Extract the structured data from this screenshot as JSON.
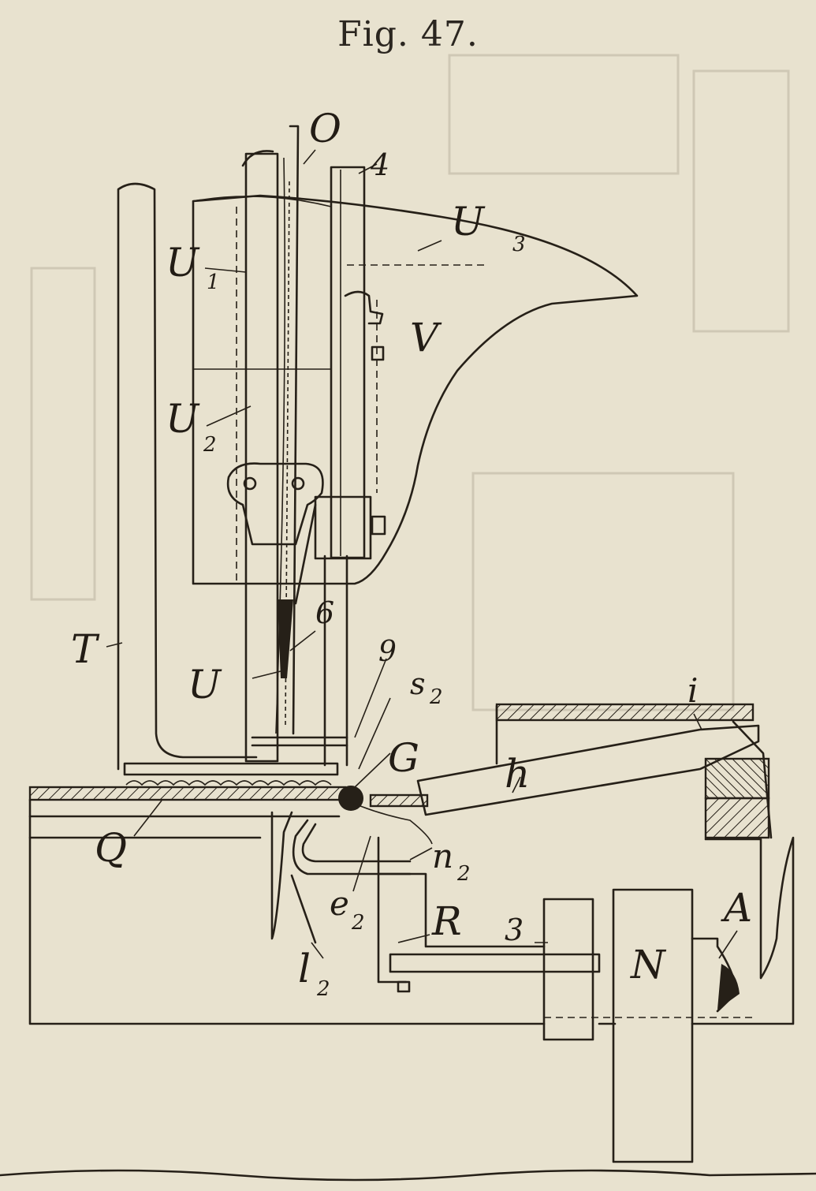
{
  "figure": {
    "title": "Fig. 47."
  },
  "labels": {
    "O": "O",
    "four": "4",
    "U1": "U",
    "U1_sub": "1",
    "U2": "U",
    "U2_sub": "2",
    "U3": "U",
    "U3_sub": "3",
    "V": "V",
    "T": "T",
    "U": "U",
    "six": "6",
    "nine": "9",
    "s2": "s",
    "s2_sub": "2",
    "G": "G",
    "i": "i",
    "h": "h",
    "Q": "Q",
    "n2": "n",
    "n2_sub": "2",
    "e2": "e",
    "e2_sub": "2",
    "l2": "l",
    "l2_sub": "2",
    "R": "R",
    "three": "3",
    "N": "N",
    "A": "A"
  },
  "colors": {
    "paper": "#e8e2cf",
    "ink": "#262018"
  }
}
